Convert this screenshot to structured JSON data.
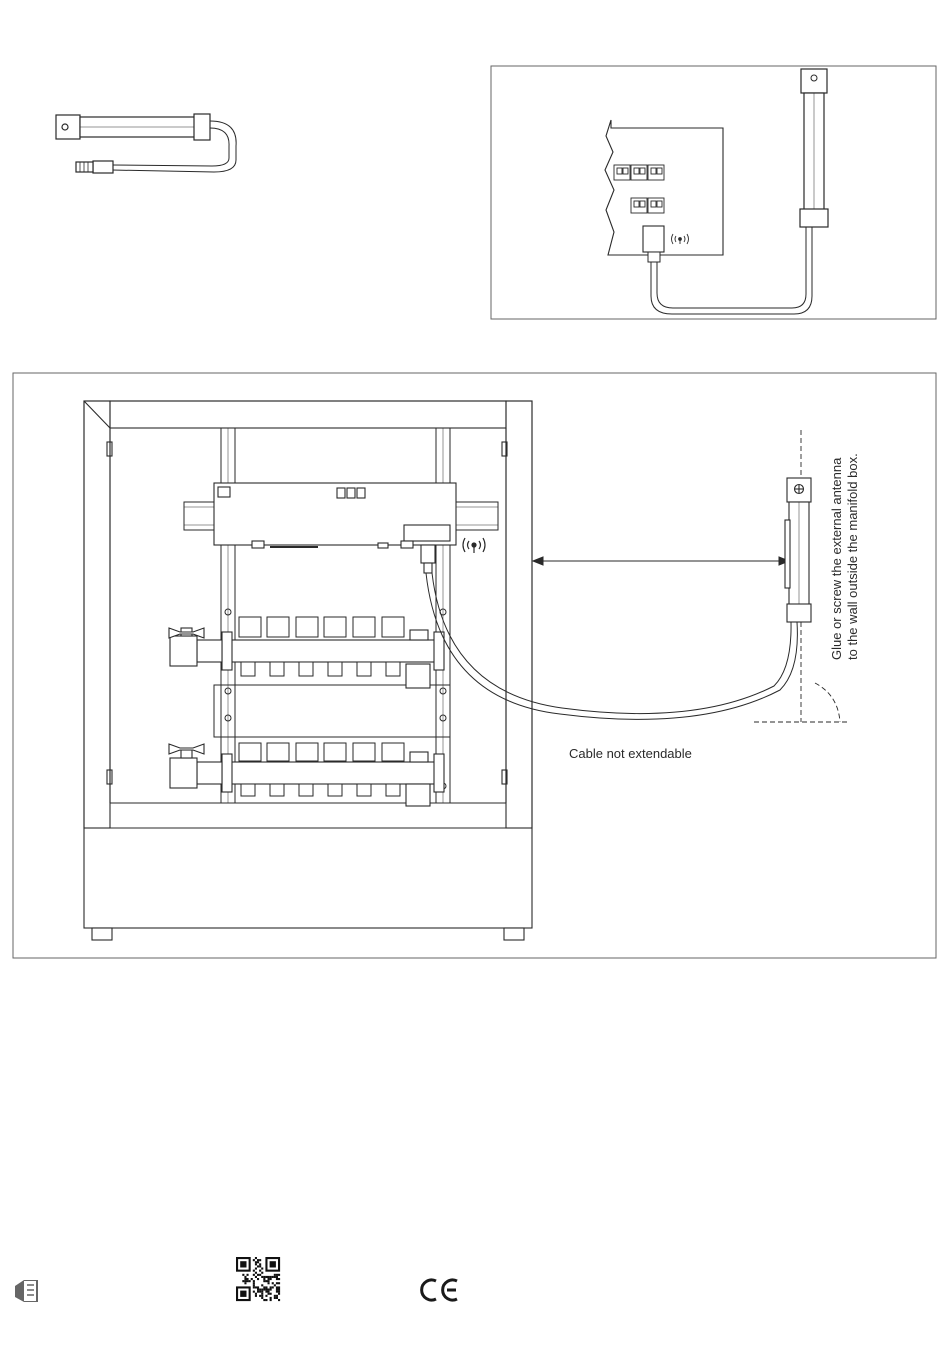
{
  "labels": {
    "cable_note": "Cable not extendable",
    "mount_instruction_line1": "Glue or screw the external antenna",
    "mount_instruction_line2": "to the wall outside the manifold box.",
    "ce_mark": "CE"
  },
  "icons": {
    "wireless": "wireless-signal-icon",
    "manual": "manual-book-icon",
    "qr": "qr-code",
    "ce": "ce-mark"
  },
  "colors": {
    "line": "#2a2a2a",
    "frame": "#555555",
    "background": "#ffffff"
  }
}
